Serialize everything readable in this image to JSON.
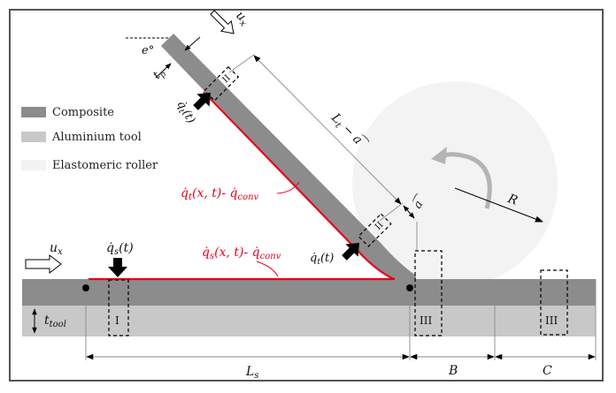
{
  "legend": {
    "items": [
      {
        "label": "Composite",
        "color": "#8c8c8c"
      },
      {
        "label": "Aluminium tool",
        "color": "#c8c8c8"
      },
      {
        "label": "Elastomeric roller",
        "color": "#f3f3f3"
      }
    ]
  },
  "colors": {
    "composite": "#8c8c8c",
    "tool": "#c8c8c8",
    "roller": "#f3f3f3",
    "heat_boundary": "#e8001c",
    "dimension_line": "#8a8a8a",
    "rotation_arrow": "#b4b4b4"
  },
  "labels": {
    "angle": "e°",
    "ply_thickness": "t_p",
    "ply_thickness_main": "t",
    "ply_thickness_sub": "p",
    "velocity_top": "u_x",
    "velocity_top_main": "u",
    "velocity_top_sub": "x",
    "velocity_left_main": "u",
    "velocity_left_sub": "x",
    "tape_heat_flux_top": "q̇",
    "tape_heat_flux_top_sub": "t",
    "tape_heat_flux_top_arg": "(t)",
    "tape_heat_flux_bottom": "q̇",
    "tape_heat_flux_bottom_sub": "t",
    "tape_heat_flux_bottom_arg": "(t)",
    "substrate_heat_flux": "q̇",
    "substrate_heat_flux_sub": "s",
    "substrate_heat_flux_arg": "(t)",
    "tape_boundary_main": "q̇",
    "tape_boundary_sub": "t",
    "tape_boundary_arg": "(x, t)- q̇",
    "tape_boundary_conv": "conv",
    "substrate_boundary_main": "q̇",
    "substrate_boundary_sub": "s",
    "substrate_boundary_arg": "(x, t)- q̇",
    "substrate_boundary_conv": "conv",
    "tape_length": "L",
    "tape_length_sub": "t",
    "tape_length_rest": " − a͡",
    "arc_length": "a͡",
    "roller_radius": "R",
    "tool_thickness_main": "t",
    "tool_thickness_sub": "tool",
    "substrate_length_main": "L",
    "substrate_length_sub": "s",
    "region_b": "B",
    "region_c": "C",
    "zone_1": "I",
    "zone_2_top": "II",
    "zone_2_bottom": "II",
    "zone_3_left": "III",
    "zone_3_right": "III"
  }
}
